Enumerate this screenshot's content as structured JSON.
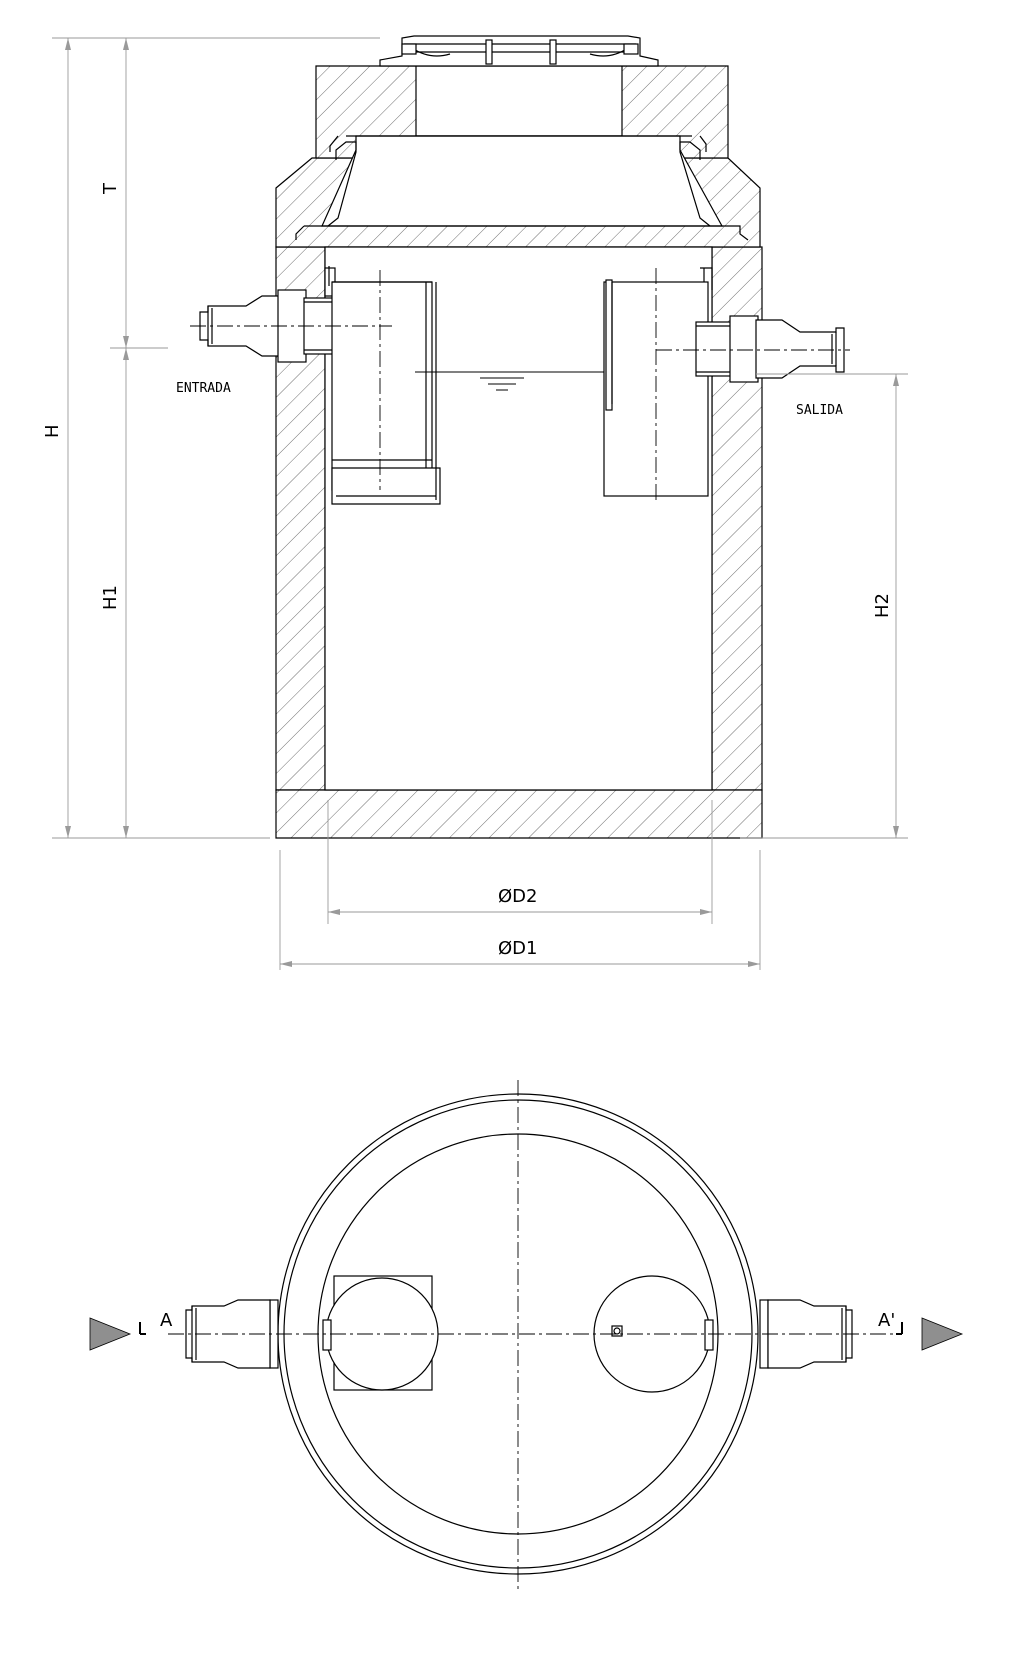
{
  "labels": {
    "dim_H": "H",
    "dim_T": "T",
    "dim_H1": "H1",
    "dim_H2": "H2",
    "dim_D2": "ØD2",
    "dim_D1": "ØD1",
    "inlet": "ENTRADA",
    "outlet": "SALIDA",
    "section_left": "A",
    "section_right": "A'"
  },
  "colors": {
    "line": "#000000",
    "hatch": "#777777",
    "dim": "#9a9a9a",
    "arrow_fill": "#8f8f8f"
  }
}
